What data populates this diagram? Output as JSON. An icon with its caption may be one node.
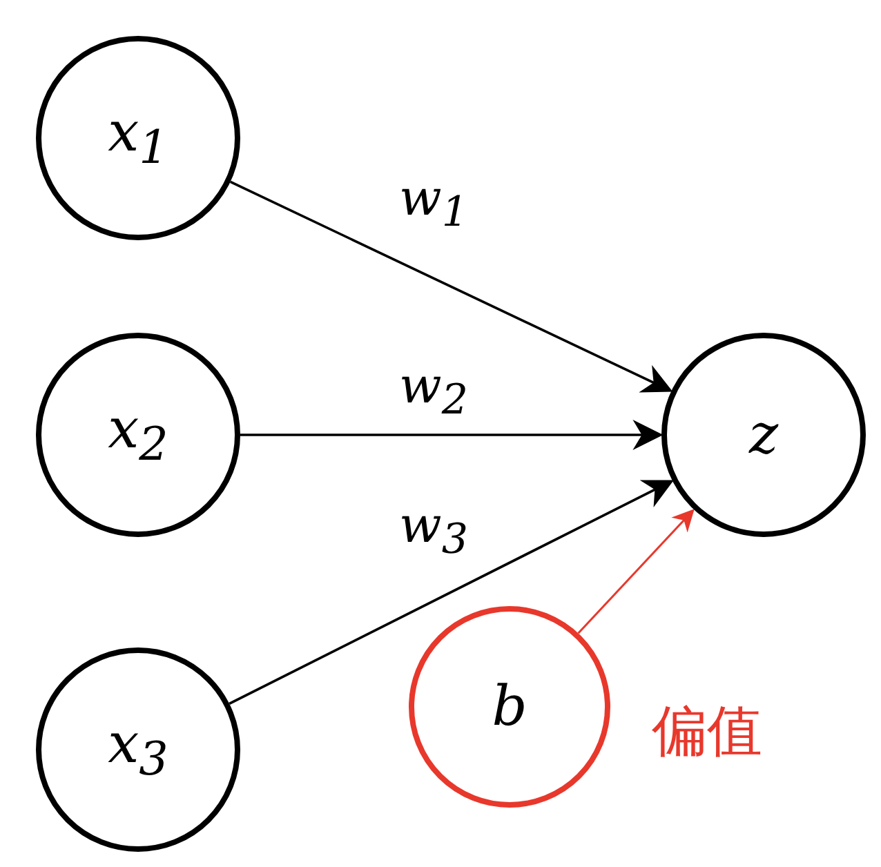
{
  "diagram": {
    "nodes": [
      {
        "text": [
          "x$_{1}$"
        ]
      },
      {
        "text": [
          "x$_{2}$"
        ]
      },
      {
        "text": [
          "x$_{3}$"
        ]
      },
      {
        "text": [
          "z"
        ]
      },
      {
        "text": [
          "b"
        ],
        "beside": [
          "偏值"
        ]
      }
    ],
    "edges": [
      {
        "from": 0,
        "to": 3,
        "arrow": "to",
        "label": "w$_{1}$"
      },
      {
        "from": 1,
        "to": 3,
        "arrow": "to",
        "label": "w$_{2}$"
      },
      {
        "from": 2,
        "to": 3,
        "arrow": "to",
        "label": "w$_{3}$"
      },
      {
        "from": 4,
        "to": 3,
        "arrow": "to",
        "color": "#e8382c"
      }
    ]
  }
}
